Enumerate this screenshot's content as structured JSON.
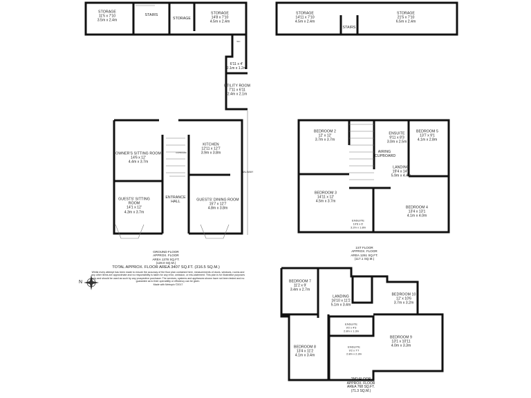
{
  "ground_floor": {
    "rooms": [
      {
        "name": "STORAGE",
        "imperial": "11'5 x 7'10",
        "metric": "3.5m x 2.4m"
      },
      {
        "name": "STAIRS",
        "imperial": "",
        "metric": ""
      },
      {
        "name": "STORAGE",
        "imperial": "",
        "metric": ""
      },
      {
        "name": "STORAGE",
        "imperial": "14'8 x 7'10",
        "metric": "4.5m x 2.4m"
      },
      {
        "name": "WC",
        "imperial": "",
        "metric": ""
      },
      {
        "name": "",
        "imperial": "6'11 x 4'",
        "metric": "2.1m x 1.2m"
      },
      {
        "name": "UTILITY ROOM",
        "imperial": "7'11 x 6'11",
        "metric": "2.4m x 2.1m"
      },
      {
        "name": "OWNER'S SITTING ROOM",
        "imperial": "14'6 x 12'",
        "metric": "4.4m x 3.7m"
      },
      {
        "name": "KITCHEN",
        "imperial": "12'11 x 12'7",
        "metric": "3.9m x 3.8m"
      },
      {
        "name": "GUESTS' SITTING ROOM",
        "imperial": "14'1 x 12'",
        "metric": "4.3m x 3.7m"
      },
      {
        "name": "ENTRANCE HALL",
        "imperial": "",
        "metric": ""
      },
      {
        "name": "GUESTS' DINING ROOM",
        "imperial": "15'7 x 12'7",
        "metric": "4.8m x 3.8m"
      },
      {
        "name": "HALLWAY",
        "imperial": "",
        "metric": ""
      },
      {
        "name": "CUPBOARD",
        "imperial": "",
        "metric": ""
      }
    ],
    "caption": [
      "GROUND FLOOR",
      "APPROX. FLOOR",
      "AREA 1378 SQ.FT.",
      "(128.0 SQ.M.)"
    ]
  },
  "total_area": "TOTAL APPROX. FLOOR AREA 3407 SQ.FT. (316.5 SQ.M.)",
  "disclaimer": "Whilst every attempt has been made to ensure the accuracy of the floor plan contained here, measurements of doors, windows, rooms and any other items are approximate and no responsibility is taken for any error, omission, or mis-statement. This plan is for illustrative purposes only and should be used as such by any prospective purchaser. The services, systems and appliances shown have not been tested and no guarantee as to their operability or efficiency can be given.",
  "made_with": "Made with Metropix ©2017",
  "compass": {
    "icon": "compass-rose-icon",
    "label": "N"
  },
  "first_floor": {
    "rooms": [
      {
        "name": "STORAGE",
        "imperial": "14'11 x 7'10",
        "metric": "4.5m x 2.4m"
      },
      {
        "name": "STAIRS",
        "imperial": "",
        "metric": ""
      },
      {
        "name": "STORAGE",
        "imperial": "21'5 x 7'10",
        "metric": "6.5m x 2.4m"
      },
      {
        "name": "BEDROOM 2",
        "imperial": "12' x 12'",
        "metric": "3.7m x 3.7m"
      },
      {
        "name": "ENSUITE",
        "imperial": "9'11 x 8'3",
        "metric": "3.0m x 2.5m"
      },
      {
        "name": "BEDROOM 5",
        "imperial": "13'7 x 9'1",
        "metric": "4.1m x 2.8m"
      },
      {
        "name": "AIRING CUPBOARD",
        "imperial": "",
        "metric": ""
      },
      {
        "name": "LANDING",
        "imperial": "19'4 x 14'4",
        "metric": "5.9m x 4.4m"
      },
      {
        "name": "BEDROOM 3",
        "imperial": "14'11 x 12'",
        "metric": "4.5m x 3.7m"
      },
      {
        "name": "BEDROOM 4",
        "imperial": "13'4 x 13'1",
        "metric": "4.1m x 4.0m"
      },
      {
        "name": "ENSUITE",
        "imperial": "10'6 x 6'",
        "metric": "3.2m x 1.8m"
      }
    ],
    "caption": [
      "1ST FLOOR",
      "APPROX. FLOOR",
      "AREA 1261 SQ.FT.",
      "(117.1 SQ.M.)"
    ]
  },
  "second_floor": {
    "rooms": [
      {
        "name": "BEDROOM 7",
        "imperial": "11'2 x 9'",
        "metric": "3.4m x 2.7m"
      },
      {
        "name": "LANDING",
        "imperial": "16'10 x 11'2",
        "metric": "5.1m x 3.4m"
      },
      {
        "name": "BEDROOM 10",
        "imperial": "12' x 10'6",
        "metric": "3.7m x 3.2m"
      },
      {
        "name": "ENSUITE",
        "imperial": "9'2 x 4'3",
        "metric": "2.8m x 1.3m"
      },
      {
        "name": "BEDROOM 9",
        "imperial": "13'1 x 10'11",
        "metric": "4.0m x 3.3m"
      },
      {
        "name": "BEDROOM 8",
        "imperial": "13'4 x 11'2",
        "metric": "4.1m x 3.4m"
      },
      {
        "name": "ENSUITE",
        "imperial": "9'2 x 7'7",
        "metric": "2.8m x 2.3m"
      }
    ],
    "caption": [
      "2ND FLOOR",
      "APPROX. FLOOR",
      "AREA 768 SQ.FT.",
      "(71.3 SQ.M.)"
    ]
  }
}
